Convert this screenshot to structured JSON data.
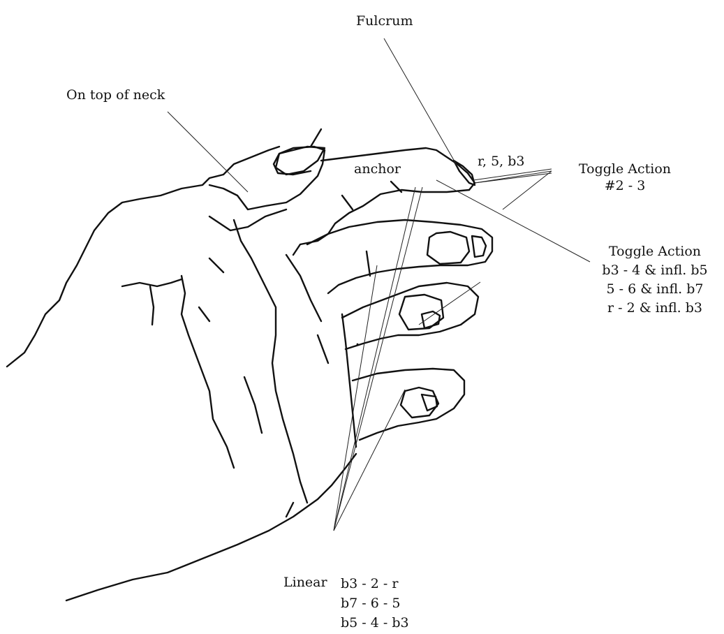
{
  "labels": {
    "fulcrum": "Fulcrum",
    "on_top_of_neck": "On top of neck",
    "anchor": "anchor",
    "thumb_notes": "r, 5, b3",
    "toggle_action_1": {
      "title": "Toggle Action",
      "line": "#2 - 3"
    },
    "toggle_action_2": {
      "title": "Toggle Action",
      "lines": [
        "b3 - 4 & infl. b5",
        "5 - 6 & infl. b7",
        "r - 2 & infl. b3"
      ]
    },
    "linear": {
      "title": "Linear",
      "lines": [
        "b3 - 2 - r",
        "b7 - 6 - 5",
        "b5 - 4 - b3"
      ]
    }
  },
  "colors": {
    "ink": "#111111",
    "background": "#ffffff"
  }
}
